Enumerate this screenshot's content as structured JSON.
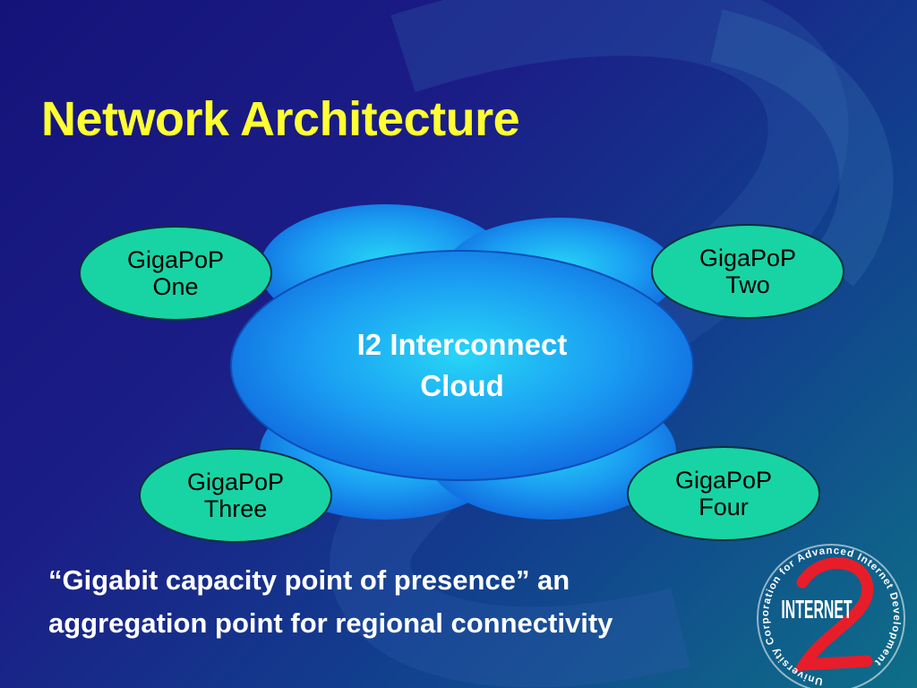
{
  "slide": {
    "title": "Network Architecture",
    "cloud": {
      "line1": "I2 Interconnect",
      "line2": "Cloud"
    },
    "nodes": [
      {
        "line1": "GigaPoP",
        "line2": "One"
      },
      {
        "line1": "GigaPoP",
        "line2": "Two"
      },
      {
        "line1": "GigaPoP",
        "line2": "Three"
      },
      {
        "line1": "GigaPoP",
        "line2": "Four"
      }
    ],
    "caption": {
      "line1": "“Gigabit capacity point of presence” an",
      "line2": "aggregation point for regional connectivity"
    },
    "logo": {
      "ring_text": "University Corporation for Advanced Internet Development",
      "wordmark": "INTERNET",
      "numeral": "2"
    }
  },
  "colors": {
    "title": "#ffff33",
    "node_fill": "#18d4a4",
    "cloud_fill": "#1e8ff0",
    "text_light": "#ffffff"
  }
}
